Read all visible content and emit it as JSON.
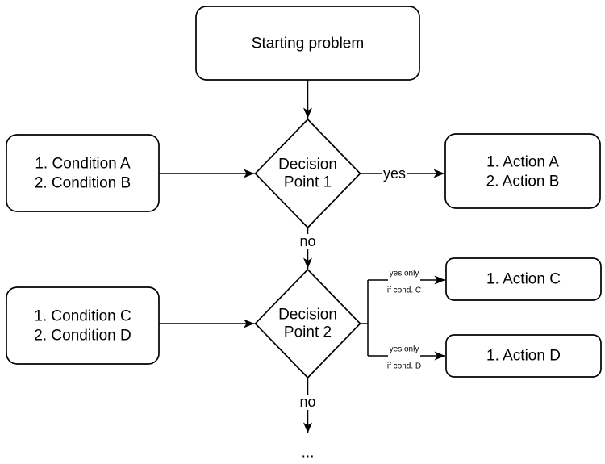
{
  "nodes": {
    "starting_problem": {
      "label": "Starting problem"
    },
    "decision_point_1": {
      "line1": "Decision",
      "line2": "Point 1"
    },
    "conditions_ab": {
      "line1": "1. Condition A",
      "line2": "2. Condition B"
    },
    "actions_ab": {
      "line1": "1. Action A",
      "line2": "2. Action B"
    },
    "decision_point_2": {
      "line1": "Decision",
      "line2": "Point 2"
    },
    "conditions_cd": {
      "line1": "1. Condition C",
      "line2": "2. Condition D"
    },
    "action_c": {
      "label": "1. Action C"
    },
    "action_d": {
      "label": "1. Action D"
    }
  },
  "edge_labels": {
    "yes": "yes",
    "no_1": "no",
    "no_2": "no",
    "branch_c_line1": "yes only",
    "branch_c_line2": "if cond. C",
    "branch_d_line1": "yes only",
    "branch_d_line2": "if cond. D",
    "continuation": "..."
  },
  "colors": {
    "stroke": "#000000",
    "node_fill": "#ffffff",
    "text": "#000000",
    "background": "#ffffff"
  }
}
